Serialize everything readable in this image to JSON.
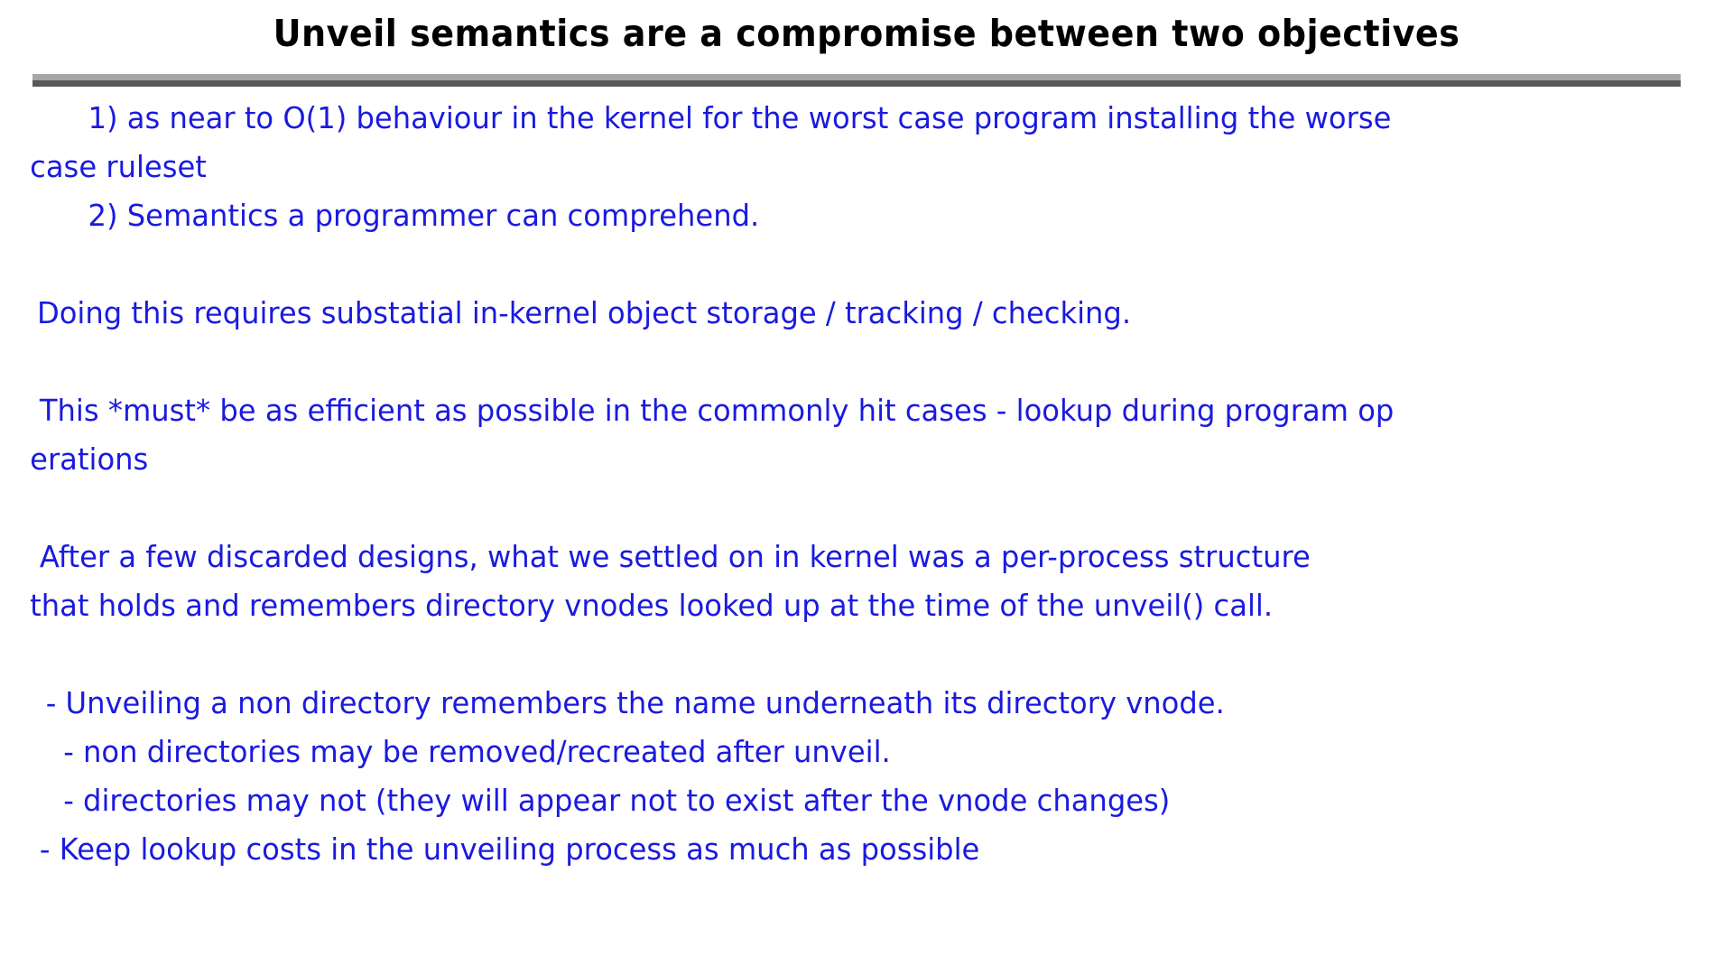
{
  "slide": {
    "title": "Unveil semantics are a compromise between two objectives",
    "title_color": "#000000",
    "body_color": "#1a1ae0",
    "background_color": "#ffffff",
    "divider": {
      "top_color": "#a6a6a6",
      "bottom_color": "#595959"
    },
    "body_lines": [
      {
        "text": "1) as near to O(1) behaviour in the kernel for the worst case program installing the worse",
        "indent": 5
      },
      {
        "text": "case ruleset",
        "indent": 0
      },
      {
        "text": "2) Semantics a programmer can comprehend.",
        "indent": 5
      },
      {
        "text": "",
        "indent": 0
      },
      {
        "text": "Doing this requires substatial in-kernel object storage / tracking / checking.",
        "indent": 1
      },
      {
        "text": "",
        "indent": 0
      },
      {
        "text": "This *must* be as efficient as possible in the commonly hit cases - lookup during program op",
        "indent": 2
      },
      {
        "text": "erations",
        "indent": 0
      },
      {
        "text": "",
        "indent": 0
      },
      {
        "text": "After a few discarded designs, what we settled on in kernel was a per-process structure",
        "indent": 2
      },
      {
        "text": "that holds and remembers directory vnodes looked up at the time of the unveil() call.",
        "indent": 0
      },
      {
        "text": "",
        "indent": 0
      },
      {
        "text": "- Unveiling a non directory remembers the name underneath its directory vnode.",
        "indent": 3
      },
      {
        "text": "- non directories may be removed/recreated after unveil.",
        "indent": 4
      },
      {
        "text": "- directories may not (they will appear not to exist after the vnode changes)",
        "indent": 4
      },
      {
        "text": "- Keep lookup costs in the unveiling process as much as possible",
        "indent": 2
      }
    ]
  }
}
